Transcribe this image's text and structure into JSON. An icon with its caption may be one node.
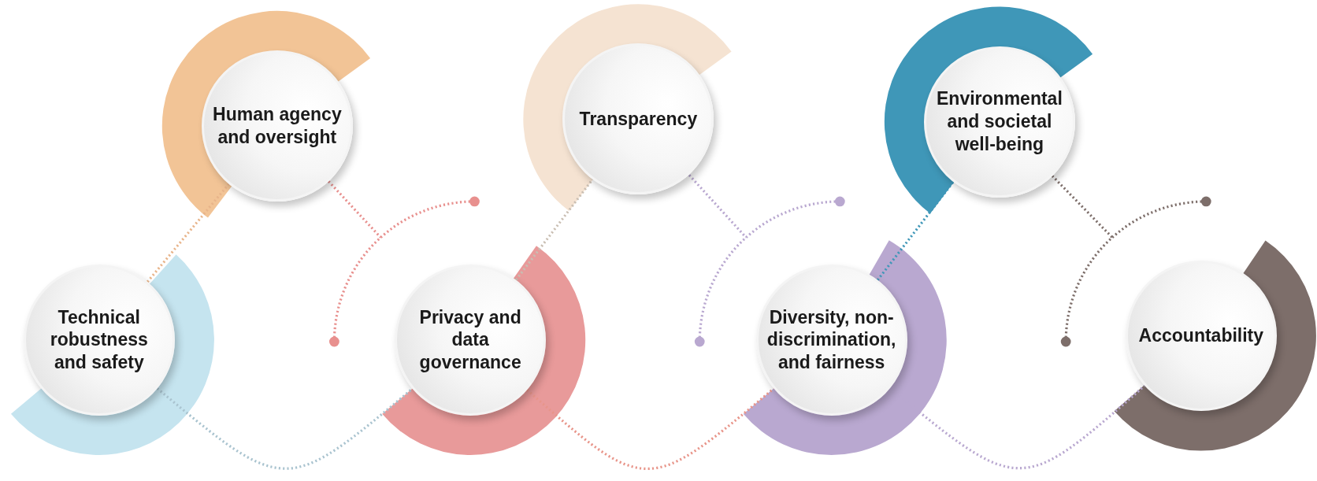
{
  "diagram": {
    "nodes": [
      {
        "text": [
          "Technical robustness and safety"
        ]
      },
      {
        "text": [
          "Human agency and oversight"
        ]
      },
      {
        "text": [
          "Privacy and data governance"
        ]
      },
      {
        "text": [
          "Transparency"
        ]
      },
      {
        "text": [
          "Diversity, non-discrimination, and fairness"
        ]
      },
      {
        "text": [
          "Environmental and societal well-being"
        ]
      },
      {
        "text": [
          "Accountability"
        ]
      },
      {
        "text": [],
        "shape": "arc"
      },
      {
        "text": [],
        "shape": "arc"
      },
      {
        "text": [],
        "shape": "arc"
      }
    ],
    "edges": [
      {
        "from": 0,
        "to": 1,
        "arrow": "none",
        "style": "dashed",
        "color": "#e8b48a"
      },
      {
        "from": 0,
        "to": 2,
        "arrow": "none",
        "style": "dashed",
        "color": "#a9c3cf"
      },
      {
        "from": 2,
        "to": 3,
        "arrow": "none",
        "style": "dashed",
        "color": "#c9beb2"
      },
      {
        "from": 2,
        "to": 4,
        "arrow": "none",
        "style": "dashed",
        "color": "#e8958a"
      },
      {
        "from": 4,
        "to": 5,
        "arrow": "none",
        "style": "dashed",
        "color": "#3f97b8"
      },
      {
        "from": 4,
        "to": 6,
        "arrow": "none",
        "style": "dashed",
        "color": "#b9a8d0"
      },
      {
        "from": 1,
        "to": 7,
        "arrow": "none",
        "style": "dashed",
        "color": "#e8908e"
      },
      {
        "from": 3,
        "to": 8,
        "arrow": "none",
        "style": "dashed",
        "color": "#b9a8d0"
      },
      {
        "from": 5,
        "to": 9,
        "arrow": "none",
        "style": "dashed",
        "color": "#7d6e6a"
      }
    ]
  }
}
